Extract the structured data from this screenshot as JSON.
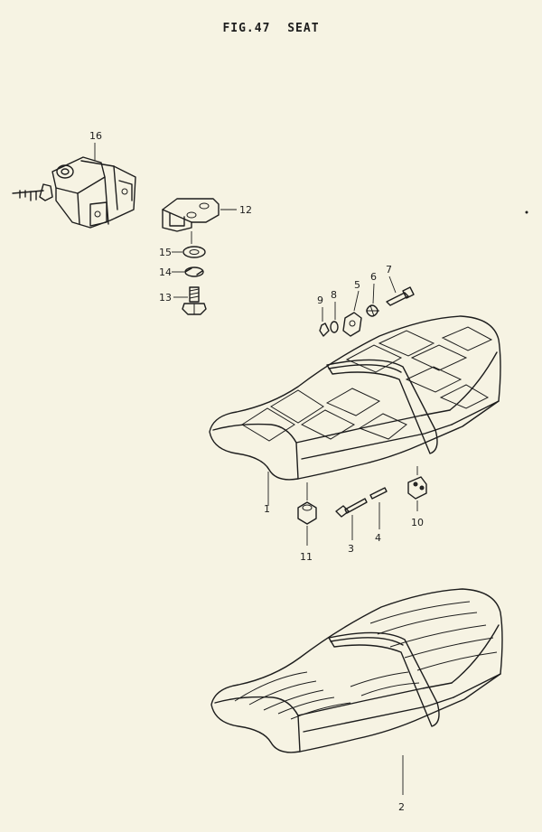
{
  "figure": {
    "number": "FIG.47",
    "title": "SEAT"
  },
  "callouts": [
    {
      "key": "c1",
      "label": "1"
    },
    {
      "key": "c2",
      "label": "2"
    },
    {
      "key": "c3",
      "label": "3"
    },
    {
      "key": "c4",
      "label": "4"
    },
    {
      "key": "c5",
      "label": "5"
    },
    {
      "key": "c6",
      "label": "6"
    },
    {
      "key": "c7",
      "label": "7"
    },
    {
      "key": "c8",
      "label": "8"
    },
    {
      "key": "c9",
      "label": "9"
    },
    {
      "key": "c10",
      "label": "10"
    },
    {
      "key": "c11",
      "label": "11"
    },
    {
      "key": "c12",
      "label": "12"
    },
    {
      "key": "c13",
      "label": "13"
    },
    {
      "key": "c14",
      "label": "14"
    },
    {
      "key": "c15",
      "label": "15"
    },
    {
      "key": "c16",
      "label": "16"
    }
  ],
  "colors": {
    "paper": "#f6f3e3",
    "ink": "#1d1d1d"
  },
  "icons": [
    "seat-lock-icon",
    "seat-hook-icon",
    "washer-icon",
    "lock-washer-icon",
    "bolt-icon",
    "seat-diamond-pattern-icon",
    "seat-rib-pattern-icon"
  ]
}
